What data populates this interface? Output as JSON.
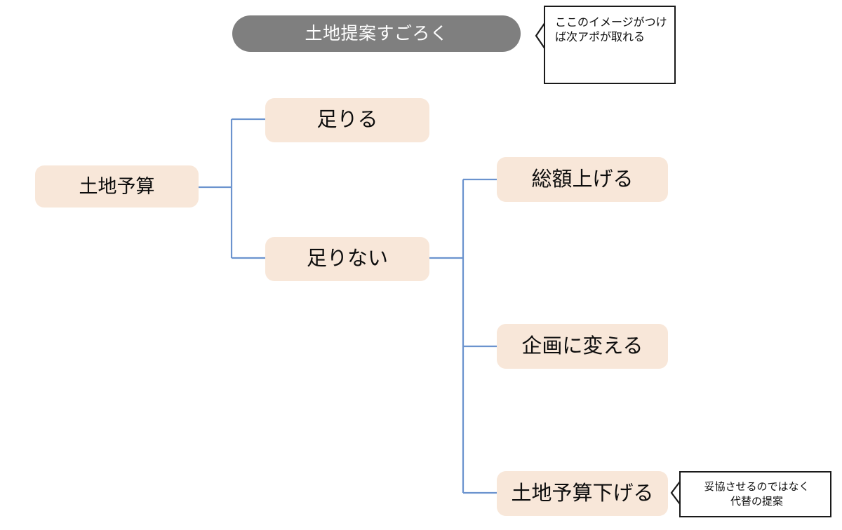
{
  "title": {
    "label": "土地提案すごろく",
    "bg_color": "#7f7f7f",
    "text_color": "#ffffff"
  },
  "theme": {
    "node_fill": "#f8e7d9",
    "node_text": "#0d0d0d",
    "connector_color": "#6b93ce",
    "callout_border": "#1a1a1a",
    "page_bg": "#ffffff"
  },
  "diagram": {
    "type": "tree",
    "root": {
      "id": "tochi-yosan",
      "label": "土地予算",
      "children": [
        {
          "id": "tariru",
          "label": "足りる",
          "children": []
        },
        {
          "id": "tarinai",
          "label": "足りない",
          "children": [
            {
              "id": "sougaku-ageru",
              "label": "総額上げる"
            },
            {
              "id": "kikaku-ni-kaeru",
              "label": "企画に変える"
            },
            {
              "id": "tochi-yosan-sageru",
              "label": "土地予算下げる"
            }
          ]
        }
      ]
    }
  },
  "nodes": {
    "root": "土地予算",
    "tariru": "足りる",
    "tarinai": "足りない",
    "sougaku": "総額上げる",
    "kikaku": "企画に変える",
    "sageru": "土地予算下げる"
  },
  "callouts": {
    "top": {
      "text": "ここのイメージがつけば次アポが取れる",
      "attached_to": "土地提案すごろく",
      "align": "left"
    },
    "bottom": {
      "text": "妥協させるのではなく\n代替の提案",
      "line1": "妥協させるのではなく",
      "line2": "代替の提案",
      "attached_to": "土地予算下げる",
      "align": "center"
    }
  }
}
